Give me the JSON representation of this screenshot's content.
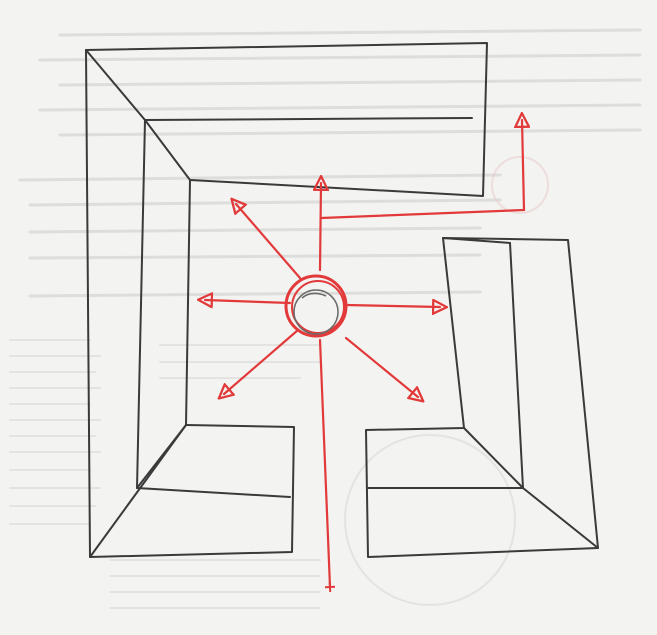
{
  "sketch": {
    "paper_color": "#f3f3f1",
    "pencil_color": "#3a3a3a",
    "ink_color": "#e23a3a",
    "bleed_through_color": "#c9c9c9",
    "walls": [
      "top-left-wall",
      "bottom-left-wall",
      "right-wall"
    ],
    "center_object": "circle",
    "arrows": [
      "up-arrow",
      "up-left-arrow",
      "left-arrow",
      "down-left-arrow",
      "right-arrow",
      "down-right-arrow",
      "down-arrow",
      "exit-up-right-arrow"
    ]
  }
}
